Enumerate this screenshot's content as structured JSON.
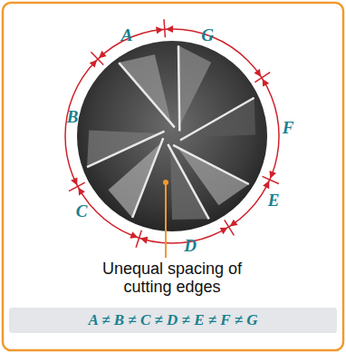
{
  "diagram": {
    "nodes": [
      {
        "text": [
          "A ≠ B ≠ C ≠ D ≠ E ≠ F ≠ G"
        ]
      }
    ],
    "labels": [
      "A",
      "G",
      "F",
      "E",
      "D",
      "C",
      "B",
      "Unequal spacing of cutting edges"
    ]
  }
}
